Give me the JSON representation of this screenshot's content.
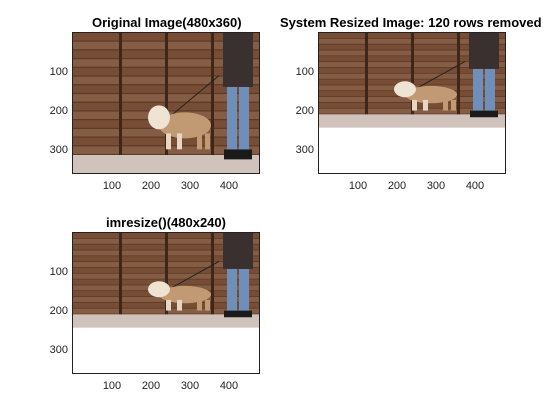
{
  "figure": {
    "panels": [
      {
        "title": "Original Image(480x360)",
        "image_rows": 360,
        "xticks": [
          "100",
          "200",
          "300",
          "400"
        ],
        "yticks": [
          "100",
          "200",
          "300"
        ]
      },
      {
        "title": "System Resized Image: 120 rows removed",
        "image_rows": 240,
        "xticks": [
          "100",
          "200",
          "300",
          "400"
        ],
        "yticks": [
          "100",
          "200",
          "300"
        ]
      },
      {
        "title": "imresize()(480x240)",
        "image_rows": 240,
        "xticks": [
          "100",
          "200",
          "300",
          "400"
        ],
        "yticks": [
          "100",
          "200",
          "300"
        ]
      }
    ],
    "image_description_icons": [
      "wood-fence",
      "bulldog",
      "person-legs",
      "leash"
    ],
    "colors": {
      "wood_dark": "#5b3a26",
      "wood_light": "#8a6048",
      "pavement": "#cfc3bc",
      "jeans": "#6d8fb9",
      "dog": "#c19a73"
    }
  }
}
